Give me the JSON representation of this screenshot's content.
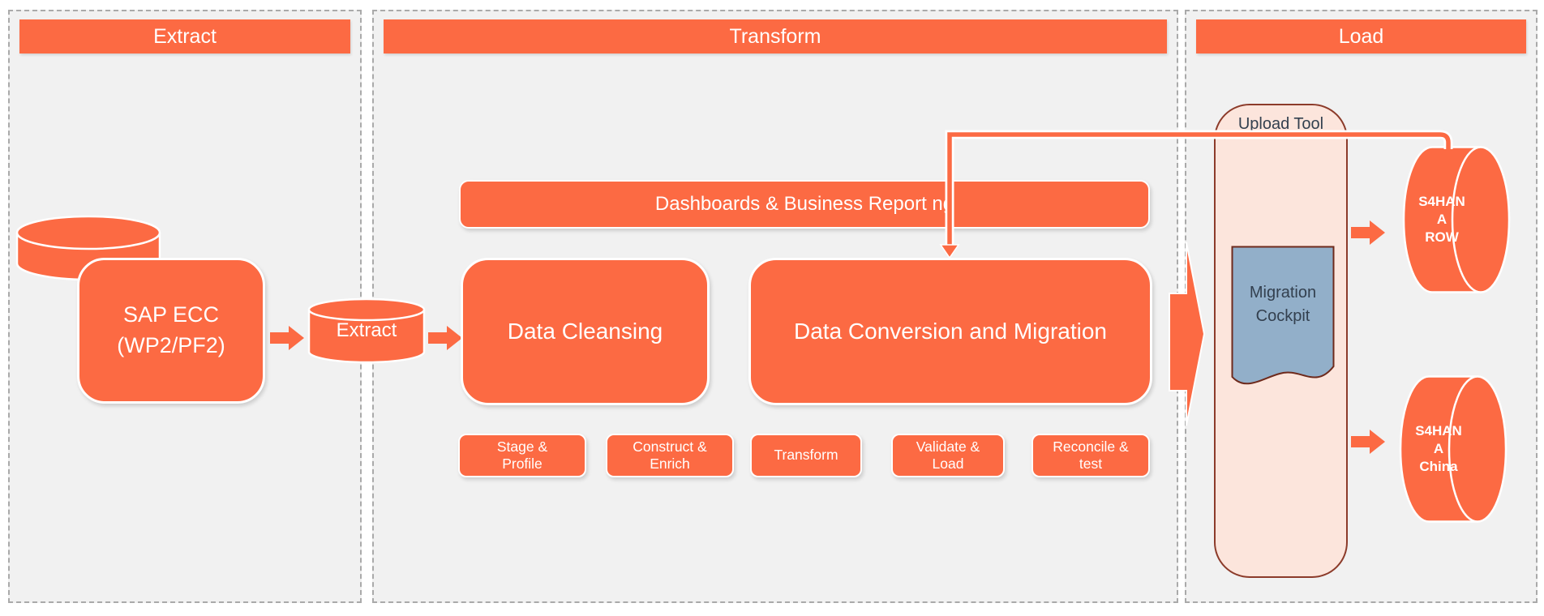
{
  "panels": {
    "extract_title": "Extract",
    "transform_title": "Transform",
    "load_title": "Load"
  },
  "extract": {
    "source_system_label": "SAP ECC\n(WP2/PF2)",
    "extract_db_label": "Extract"
  },
  "transform": {
    "reporting_bar_label": "Dashboards & Business Report ng",
    "data_cleansing_label": "Data Cleansing",
    "data_conversion_label": "Data Conversion and Migration",
    "steps": [
      {
        "label": "Stage &\nProfile"
      },
      {
        "label": "Construct &\nEnrich"
      },
      {
        "label": "Transform"
      },
      {
        "label": "Validate &\nLoad"
      },
      {
        "label": "Reconcile &\ntest"
      }
    ]
  },
  "load": {
    "upload_tool_label": "Upload Tool",
    "migration_cockpit_label": "Migration\nCockpit",
    "s4hana_row_label": "S4HAN\nA\nROW",
    "s4hana_china_label": "S4HAN\nA\nChina"
  },
  "colors": {
    "accent_orange": "#fc6a43",
    "panel_background": "#f1f1f1",
    "panel_border_gray": "#aaaaaa",
    "upload_tool_fill": "#fce5dc",
    "upload_tool_border": "#8c3b2a",
    "cockpit_fill": "#92afc9",
    "cockpit_border": "#6e2a1c",
    "dark_label_text": "#33404f",
    "shape_text_white": "#ffffff"
  }
}
